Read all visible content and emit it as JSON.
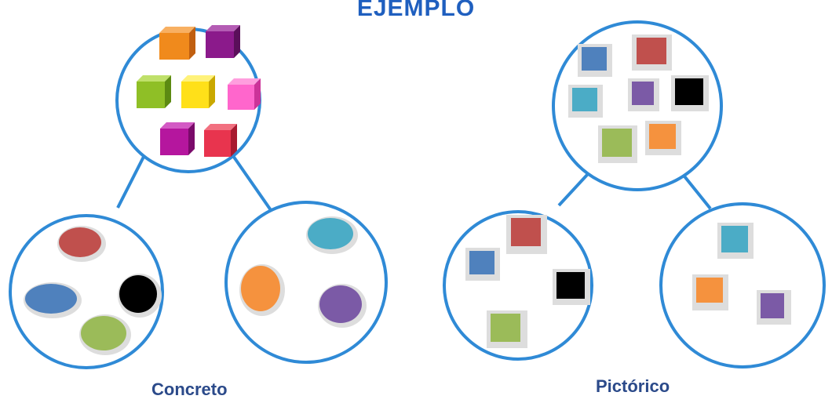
{
  "title": "EJEMPLO",
  "captions": {
    "concrete": "Concreto",
    "pictorial": "Pictórico"
  },
  "colors": {
    "circle_stroke": "#2f8ad6",
    "title": "#1f5fbf",
    "caption": "#2b4a8a",
    "orange": "#f5923e",
    "purple": "#7b5aa6",
    "red": "#c0504d",
    "blue": "#4f81bd",
    "teal": "#4bacc6",
    "green": "#9bbb59",
    "black": "#000000",
    "yellow": "#ffe019",
    "pink": "#ff66cc",
    "magenta": "#b5169e",
    "crimson": "#e8344e",
    "lime": "#8fbf26",
    "violet": "#8b1a8b"
  },
  "concrete": {
    "whole": [
      "orange-cube",
      "purple-cube",
      "green-cube",
      "yellow-cube",
      "pink-cube",
      "magenta-cube",
      "red-cube"
    ],
    "part_left": [
      "red-counter",
      "blue-counter",
      "black-counter",
      "green-counter"
    ],
    "part_right": [
      "teal-counter",
      "orange-counter",
      "purple-counter"
    ]
  },
  "pictorial": {
    "whole": [
      "blue-square",
      "red-square",
      "teal-square",
      "purple-square",
      "black-square",
      "green-square",
      "orange-square"
    ],
    "part_left": [
      "red-square",
      "blue-square",
      "black-square",
      "green-square"
    ],
    "part_right": [
      "teal-square",
      "orange-square",
      "purple-square"
    ]
  }
}
